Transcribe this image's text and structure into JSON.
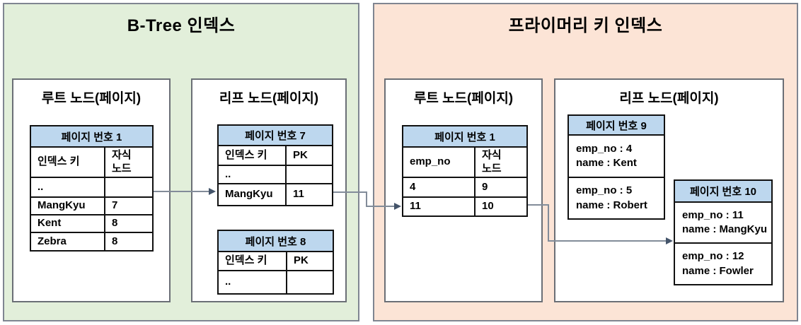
{
  "colors": {
    "btree_panel_bg": "#e2efda",
    "pk_panel_bg": "#fce4d6",
    "table_header_bg": "#bdd7ee",
    "panel_border": "#7f8591",
    "table_border": "#111111",
    "arrow_line": "#828c99",
    "arrow_head": "#44546a"
  },
  "btree_panel": {
    "title": "B-Tree 인덱스",
    "root_box": {
      "title": "루트 노드(페이지)",
      "page1": {
        "header": "페이지 번호 1",
        "col1": "인덱스 키",
        "col2": "자식\n노드",
        "rows": [
          [
            "..",
            ""
          ],
          [
            "MangKyu",
            "7"
          ],
          [
            "Kent",
            "8"
          ],
          [
            "Zebra",
            "8"
          ]
        ]
      }
    },
    "leaf_box": {
      "title": "리프 노드(페이지)",
      "page7": {
        "header": "페이지 번호 7",
        "col1": "인덱스 키",
        "col2": "PK",
        "rows": [
          [
            "..",
            ""
          ],
          [
            "MangKyu",
            "11"
          ]
        ]
      },
      "page8": {
        "header": "페이지 번호 8",
        "col1": "인덱스 키",
        "col2": "PK",
        "rows": [
          [
            "..",
            ""
          ]
        ]
      }
    }
  },
  "pk_panel": {
    "title": "프라이머리 키 인덱스",
    "root_box": {
      "title": "루트 노드(페이지)",
      "page1": {
        "header": "페이지 번호 1",
        "col1": "emp_no",
        "col2": "자식\n노드",
        "rows": [
          [
            "4",
            "9"
          ],
          [
            "11",
            "10"
          ]
        ]
      }
    },
    "leaf_box": {
      "title": "리프 노드(페이지)",
      "page9": {
        "header": "페이지 번호 9",
        "cells": [
          "emp_no : 4\nname : Kent",
          "emp_no : 5\nname : Robert"
        ]
      },
      "page10": {
        "header": "페이지 번호 10",
        "cells": [
          "emp_no : 11\nname : MangKyu",
          "emp_no : 12\nname : Fowler"
        ]
      }
    }
  }
}
